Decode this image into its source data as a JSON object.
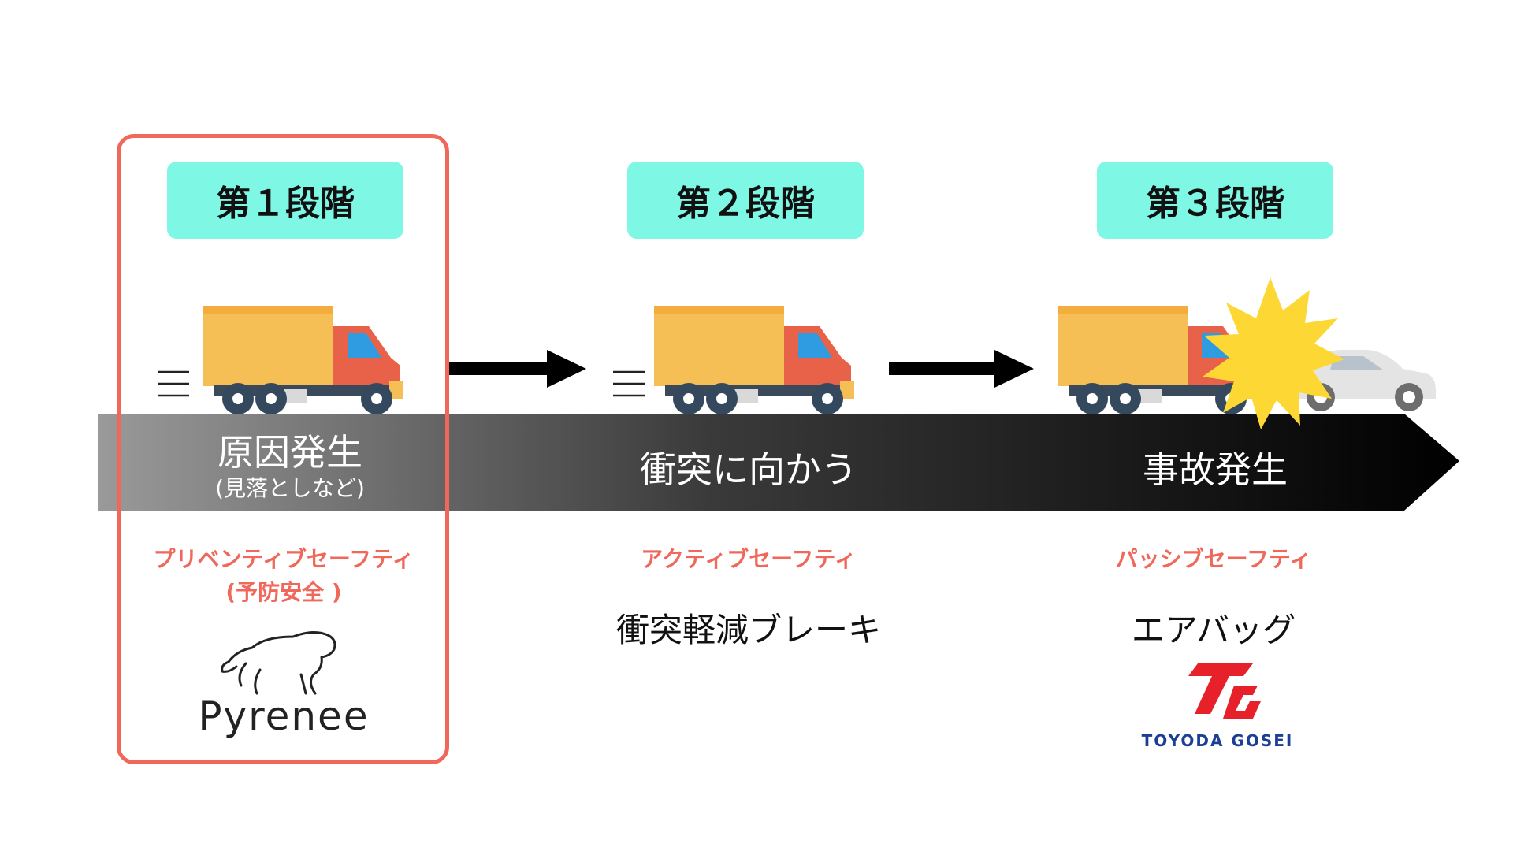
{
  "stages": [
    {
      "label": "第１段階",
      "band_text": "原因発生",
      "band_sub": "(見落としなど)",
      "category_line1": "プリベンティブセーフティ",
      "category_line2": "(予防安全 )",
      "tech": ""
    },
    {
      "label": "第２段階",
      "band_text": "衝突に向かう",
      "category_line1": "アクティブセーフティ",
      "tech": "衝突軽減ブレーキ"
    },
    {
      "label": "第３段階",
      "band_text": "事故発生",
      "category_line1": "パッシブセーフティ",
      "tech": "エアバッグ"
    }
  ],
  "logos": {
    "pyrenee": "Pyrenee",
    "toyoda_gosei": "TOYODA GOSEI"
  },
  "colors": {
    "stage_label_bg": "#7ef7e5",
    "highlight": "#f0685a",
    "truck_cargo": "#f6bf55",
    "truck_cab": "#e8624a",
    "window": "#2f9be0",
    "impact": "#fdd835",
    "tg_red": "#e62129",
    "tg_blue": "#1c3f95"
  },
  "icons": [
    "truck-icon",
    "speed-lines-icon",
    "arrow-right-icon",
    "impact-burst-icon",
    "car-icon",
    "dog-icon"
  ]
}
